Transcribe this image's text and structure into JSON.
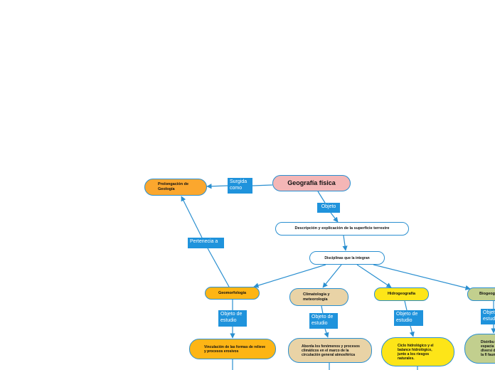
{
  "colors": {
    "line": "#2a8fd0",
    "tag_fill": "#1f93dc",
    "root_fill": "#f4b6b6",
    "orange_fill": "#fba72e",
    "geoform_fill": "#fdb515",
    "tan_fill": "#e9d3a6",
    "yellow_fill": "#fde518",
    "green_fill": "#c2cf8e",
    "white_fill": "#ffffff"
  },
  "nodes": {
    "root": "Geografía física",
    "prolongacion": "Prolongación de Geología",
    "descripcion": "Descripción y explicación de la superficie terrestre",
    "disciplinas": "Disciplinas que la integran",
    "geomorfologia": "Geomorfología",
    "climatologia": "Climatología y meteorología",
    "hidrogeografia": "Hidrogeografía",
    "biogeografia": "Biogeog",
    "geomorfologia_objeto": "Vinculación de las formas de relieve y procesos erosivos",
    "climatologia_objeto": "Aborda los fenómenos y procesos climáticos en el marco de la circulación general atmosférica",
    "hidrogeografia_objeto": "Ciclo hidrológico y el balance hidrológico, junto a los riesgos naturales.",
    "biogeografia_objeto": "Distribu espacia diversi de la fl fauna"
  },
  "tags": {
    "surgida": "Surgida como",
    "objeto": "Objeto",
    "pertenencia": "Pertenecia a",
    "objeto_estudio_1": "Objeto de estudio",
    "objeto_estudio_2": "Objeto de estudio",
    "objeto_estudio_3": "Objeto de estudio",
    "objeto_estudio_4": "Objet estud"
  }
}
